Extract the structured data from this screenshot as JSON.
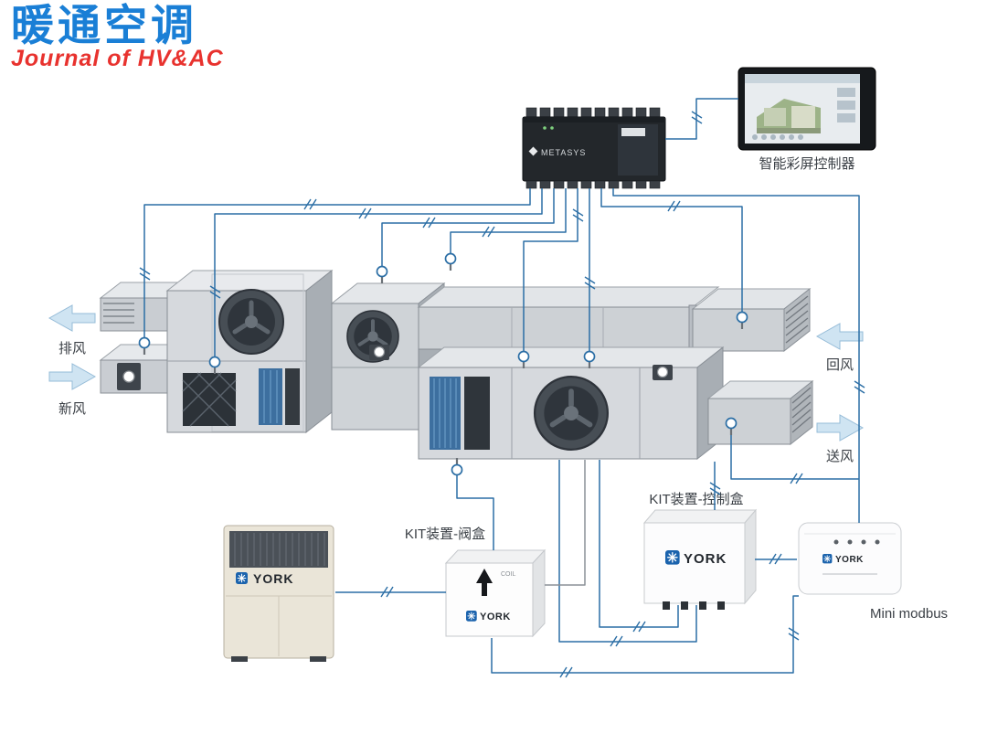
{
  "logo": {
    "title": "暖通空调",
    "subtitle": "Journal of HV&AC"
  },
  "devices": {
    "controller": {
      "brand": "METASYS"
    },
    "tablet": {
      "label": "智能彩屏控制器"
    },
    "outdoor_unit": {
      "brand": "YORK"
    },
    "valve_box": {
      "label": "KIT装置-阀盒",
      "brand": "YORK",
      "coil_text": "COIL"
    },
    "control_box": {
      "label": "KIT装置-控制盒",
      "brand": "YORK"
    },
    "mini_modbus": {
      "label": "Mini modbus",
      "brand": "YORK"
    }
  },
  "airflow": {
    "exhaust": "排风",
    "fresh": "新风",
    "return": "回风",
    "supply": "送风"
  },
  "colors": {
    "logo_blue": "#1a7fd6",
    "logo_red": "#e8322e",
    "line_blue": "#2b6ea5",
    "duct_gray": "#d6d9dd",
    "arrow_blue": "#cfe4f2",
    "york_blue": "#1b63ad"
  }
}
